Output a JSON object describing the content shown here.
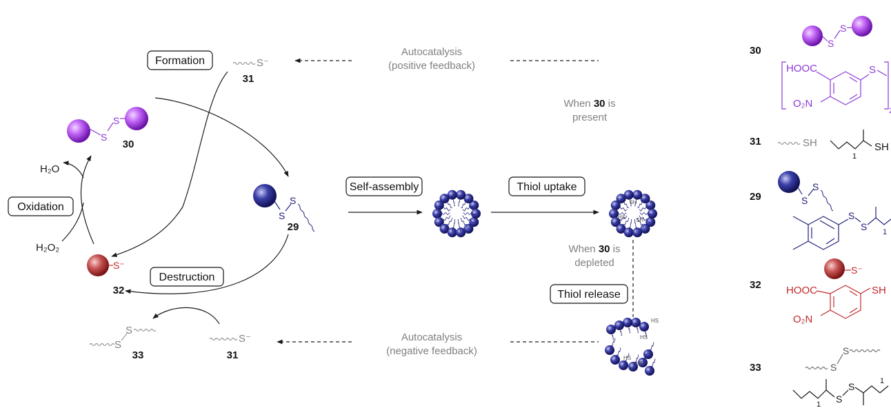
{
  "labels": {
    "formation": "Formation",
    "oxidation": "Oxidation",
    "destruction": "Destruction",
    "self_assembly": "Self-assembly",
    "thiol_uptake": "Thiol uptake",
    "thiol_release": "Thiol release"
  },
  "feedback": {
    "positive_line1": "Autocatalysis",
    "positive_line2": "(positive feedback)",
    "negative_line1": "Autocatalysis",
    "negative_line2": "(negative feedback)"
  },
  "conditions": {
    "present_pre": "When ",
    "present_num": "30",
    "present_post": " is",
    "present_line2": "present",
    "depleted_pre": "When ",
    "depleted_num": "30",
    "depleted_post": " is",
    "depleted_line2": "depleted"
  },
  "compounds": {
    "c30": "30",
    "c31": "31",
    "c29": "29",
    "c32": "32",
    "c33": "33"
  },
  "reagents": {
    "h2o": "H₂O",
    "h2o2": "H₂O₂"
  },
  "atoms": {
    "s": "S",
    "s_minus": "S⁻",
    "sh": "SH",
    "hs": "HS",
    "hooc": "HOOC",
    "o2n": "O₂N",
    "sub1": "1",
    "sub2": "2"
  },
  "colors": {
    "purple": "#b44cf0",
    "purple_text": "#8a3ad6",
    "navy": "#20207a",
    "red": "#c0282a",
    "grey": "#808080",
    "arrow": "#1a1a1a"
  }
}
